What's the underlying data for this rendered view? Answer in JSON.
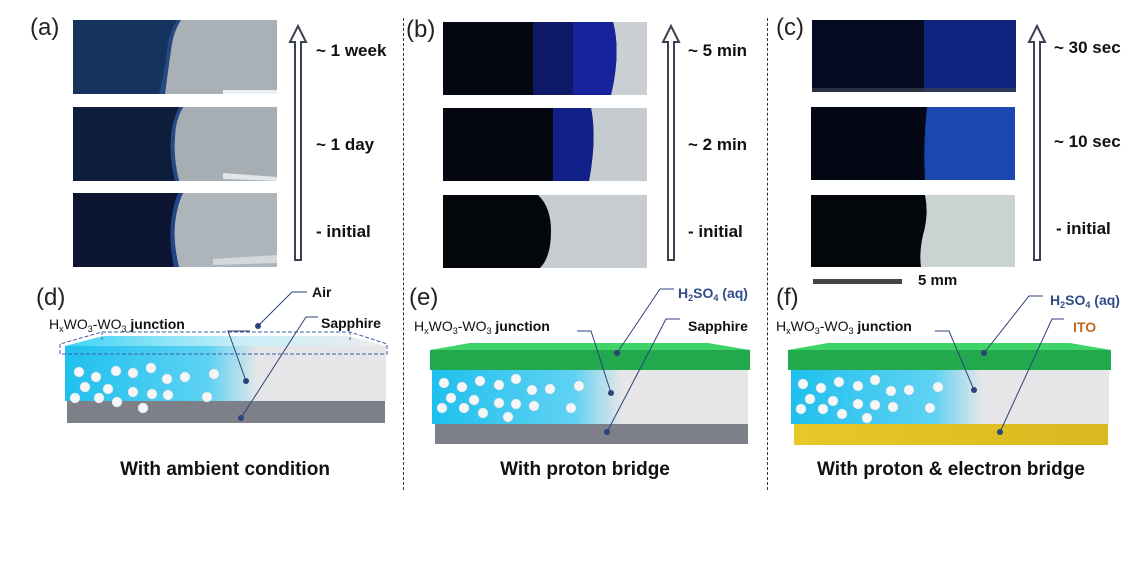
{
  "panels": {
    "a": {
      "label": "(a)",
      "times": [
        "~ 1 week",
        "~ 1 day",
        "- initial"
      ],
      "caption": "With ambient condition"
    },
    "b": {
      "label": "(b)",
      "times": [
        "~ 5 min",
        "~ 2 min",
        "- initial"
      ]
    },
    "c": {
      "label": "(c)",
      "times": [
        "~ 30 sec",
        "~ 10 sec",
        "- initial"
      ],
      "scale_bar": "5 mm"
    },
    "d": {
      "label": "(d)",
      "junction": {
        "h": "H",
        "x": "x",
        "wo": "WO",
        "three": "3",
        "dash": "-WO",
        "three2": "3",
        "word": " junction"
      },
      "top_label": "Air",
      "bottom_label": "Sapphire",
      "caption": "With ambient condition"
    },
    "e": {
      "label": "(e)",
      "junction": {
        "h": "H",
        "x": "x",
        "wo": "WO",
        "three": "3",
        "dash": "-WO",
        "three2": "3",
        "word": " junction"
      },
      "top_label": {
        "pre": "H",
        "sub1": "2",
        "mid": "SO",
        "sub2": "4",
        "post": " (aq)"
      },
      "bottom_label": "Sapphire",
      "caption": "With proton bridge"
    },
    "f": {
      "label": "(f)",
      "junction": {
        "h": "H",
        "x": "x",
        "wo": "WO",
        "three": "3",
        "dash": "-WO",
        "three2": "3",
        "word": " junction"
      },
      "top_label": {
        "pre": "H",
        "sub1": "2",
        "mid": "SO",
        "sub2": "4",
        "post": " (aq)"
      },
      "bottom_label": "ITO",
      "caption": "With proton & electron bridge"
    }
  },
  "colors": {
    "label_blue": "#2e4c8a",
    "label_orange": "#c66a1c",
    "electrolyte_green": "#22a84d",
    "hxwo3_cyan": "#1ec0ee",
    "wo3_gray": "#e6e6e8",
    "sapphire_gray": "#7d8089",
    "ito_yellow": "#e2c425"
  }
}
